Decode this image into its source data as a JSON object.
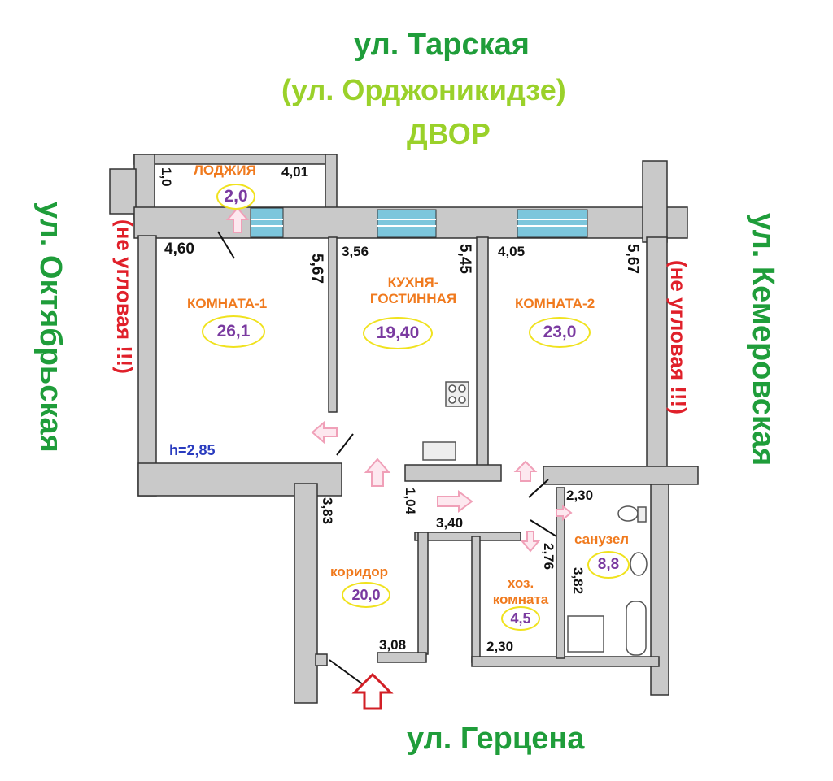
{
  "streets": {
    "north_main": "ул. Тарская",
    "north_former": "(ул. Орджоникидзе)",
    "north_yard": "ДВОР",
    "west": "ул. Октябрьская",
    "east": "ул. Кемеровская",
    "south": "ул. Герцена"
  },
  "notes": {
    "west_not_corner": "(не угловая !!!)",
    "east_not_corner": "(не угловая !!!)"
  },
  "rooms": {
    "loggia": {
      "name": "ЛОДЖИЯ",
      "area": "2,0"
    },
    "room1": {
      "name": "КОМНАТА-1",
      "area": "26,1"
    },
    "kitchen": {
      "name_line1": "КУХНЯ-",
      "name_line2": "ГОСТИННАЯ",
      "area": "19,40"
    },
    "room2": {
      "name": "КОМНАТА-2",
      "area": "23,0"
    },
    "corridor": {
      "name": "коридор",
      "area": "20,0"
    },
    "storage": {
      "name_line1": "хоз.",
      "name_line2": "комната",
      "area": "4,5"
    },
    "bathroom": {
      "name": "санузел",
      "area": "8,8"
    }
  },
  "dimensions": {
    "loggia_depth": "1,0",
    "loggia_width": "4,01",
    "room1_width": "4,60",
    "room1_length": "5,67",
    "kitchen_width": "3,56",
    "kitchen_length": "5,45",
    "room2_width": "4,05",
    "room2_length": "5,67",
    "ceiling_height": "h=2,85",
    "corridor_left": "3,83",
    "corridor_passage": "1,04",
    "corridor_top": "3,40",
    "corridor_bottom": "3,08",
    "bath_width": "2,30",
    "bath_length": "3,82",
    "storage_length": "2,76",
    "storage_width": "2,30"
  },
  "colors": {
    "street_green": "#1f9d3a",
    "street_lime": "#9ad12a",
    "warning_red": "#e0202a",
    "room_label_orange": "#f07a1e",
    "area_purple": "#7a3aa0",
    "area_ring_yellow": "#f0e21e",
    "window_blue": "#7cc6dc",
    "wall_gray": "#c9c9c9",
    "entrance_arrow_red": "#d21f26",
    "door_arrow_pink": "#f0a0b8"
  }
}
